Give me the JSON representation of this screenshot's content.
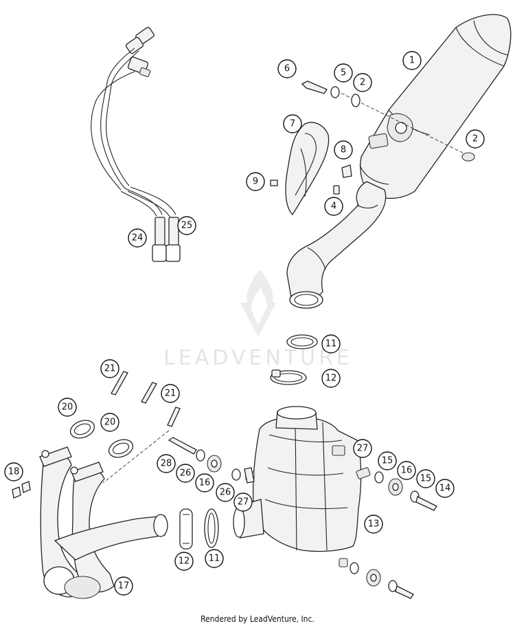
{
  "watermark": {
    "text": "LEADVENTURE"
  },
  "footer": {
    "credit": "Rendered by LeadVenture, Inc."
  },
  "callouts": {
    "c1": "1",
    "c2a": "2",
    "c2b": "2",
    "c4": "4",
    "c5": "5",
    "c6": "6",
    "c7": "7",
    "c8": "8",
    "c9": "9",
    "c11a": "11",
    "c11b": "11",
    "c12a": "12",
    "c12b": "12",
    "c13": "13",
    "c14": "14",
    "c15a": "15",
    "c15b": "15",
    "c16a": "16",
    "c16b": "16",
    "c17": "17",
    "c18": "18",
    "c20a": "20",
    "c20b": "20",
    "c21a": "21",
    "c21b": "21",
    "c24": "24",
    "c25": "25",
    "c26a": "26",
    "c26b": "26",
    "c27a": "27",
    "c27b": "27",
    "c28": "28"
  }
}
